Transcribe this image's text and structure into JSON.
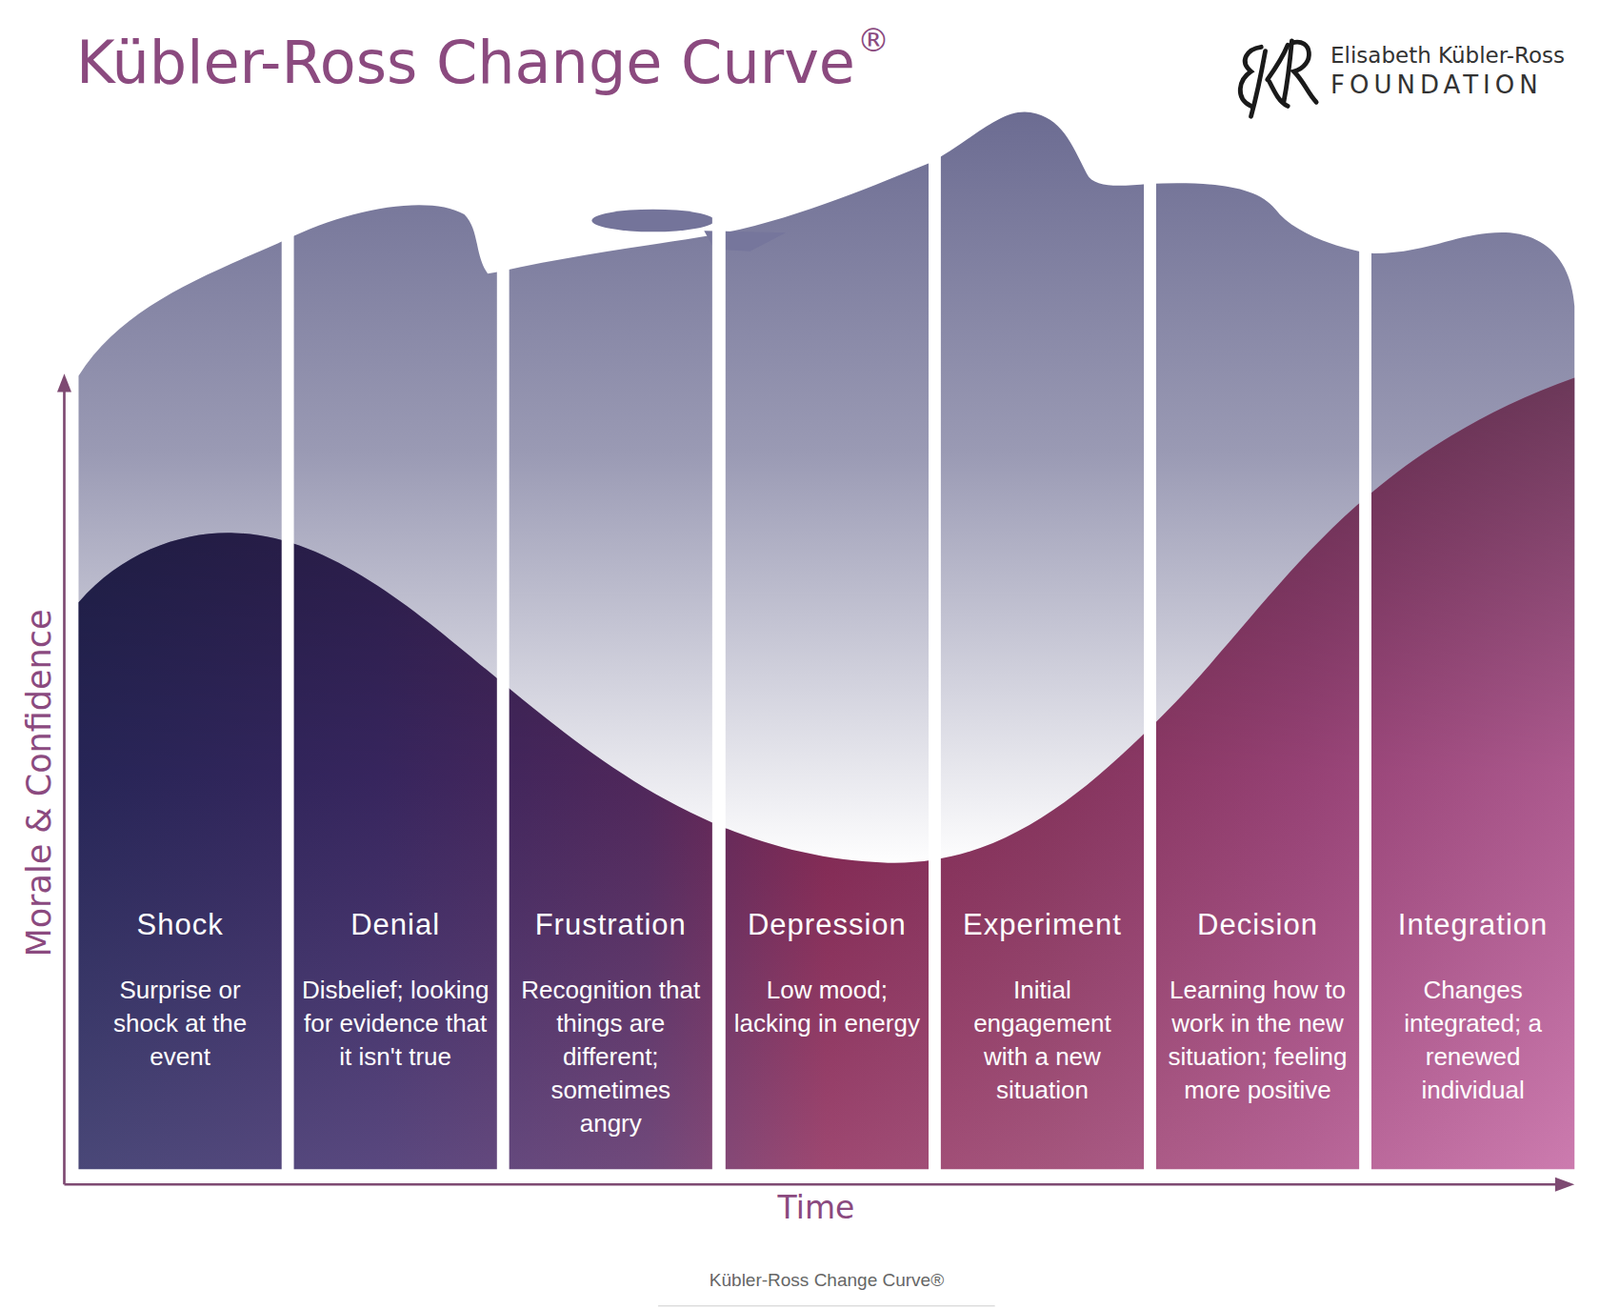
{
  "diagram": {
    "title": "Kübler-Ross Change Curve",
    "caption": "Kübler-Ross Change Curve®",
    "nodes": [
      {
        "text": [
          "Shock",
          "Surprise or shock at the event"
        ]
      },
      {
        "text": [
          "Denial",
          "Disbelief; looking for evidence that it isn't true"
        ]
      },
      {
        "text": [
          "Frustration",
          "Recognition that things are different; sometimes angry"
        ]
      },
      {
        "text": [
          "Depression",
          "Low mood; lacking in energy"
        ]
      },
      {
        "text": [
          "Experiment",
          "Initial engagement with a new situation"
        ]
      },
      {
        "text": [
          "Decision",
          "Learning how to work in the new situation; feeling more positive"
        ]
      },
      {
        "text": [
          "Integration",
          "Changes integrated; a renewed individual"
        ]
      }
    ],
    "labels": [
      "®",
      "Elisabeth Kübler-Ross",
      "FOUNDATION",
      "Morale & Confidence",
      "Time"
    ]
  }
}
